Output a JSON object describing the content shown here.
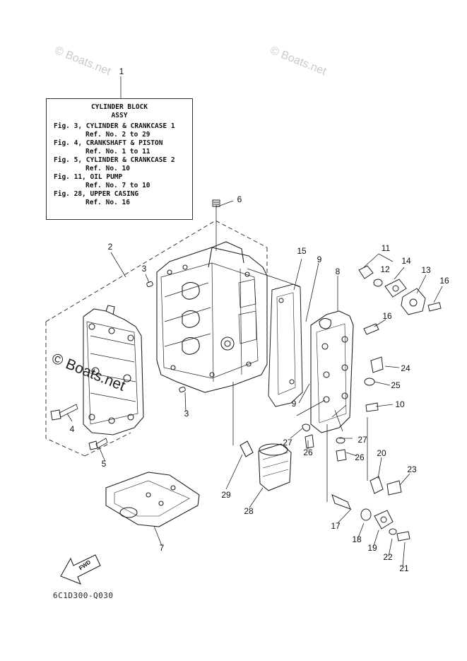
{
  "legend": {
    "title": "CYLINDER BLOCK",
    "subtitle": "ASSY",
    "lines": [
      {
        "kind": "fig",
        "text": "Fig. 3, CYLINDER & CRANKCASE 1"
      },
      {
        "kind": "ref",
        "text": "Ref. No. 2 to 29"
      },
      {
        "kind": "fig",
        "text": "Fig. 4, CRANKSHAFT & PISTON"
      },
      {
        "kind": "ref",
        "text": "Ref. No. 1 to 11"
      },
      {
        "kind": "fig",
        "text": "Fig. 5, CYLINDER & CRANKCASE 2"
      },
      {
        "kind": "ref",
        "text": "Ref. No. 10"
      },
      {
        "kind": "fig",
        "text": "Fig. 11, OIL PUMP"
      },
      {
        "kind": "ref",
        "text": "Ref. No. 7 to 10"
      },
      {
        "kind": "fig",
        "text": "Fig. 28, UPPER CASING"
      },
      {
        "kind": "ref",
        "text": "Ref. No. 16"
      }
    ]
  },
  "watermarks": [
    "© Boats.net",
    "© Boats.net",
    "© Boats.net"
  ],
  "callouts": [
    "1",
    "6",
    "2",
    "3",
    "15",
    "9",
    "11",
    "12",
    "14",
    "13",
    "16",
    "8",
    "16",
    "24",
    "25",
    "10",
    "9",
    "4",
    "3",
    "27",
    "26",
    "27",
    "26",
    "5",
    "20",
    "23",
    "29",
    "28",
    "17",
    "18",
    "19",
    "22",
    "21",
    "7"
  ],
  "fwd_label": "FWD",
  "diagram_code": "6C1D300-Q030"
}
